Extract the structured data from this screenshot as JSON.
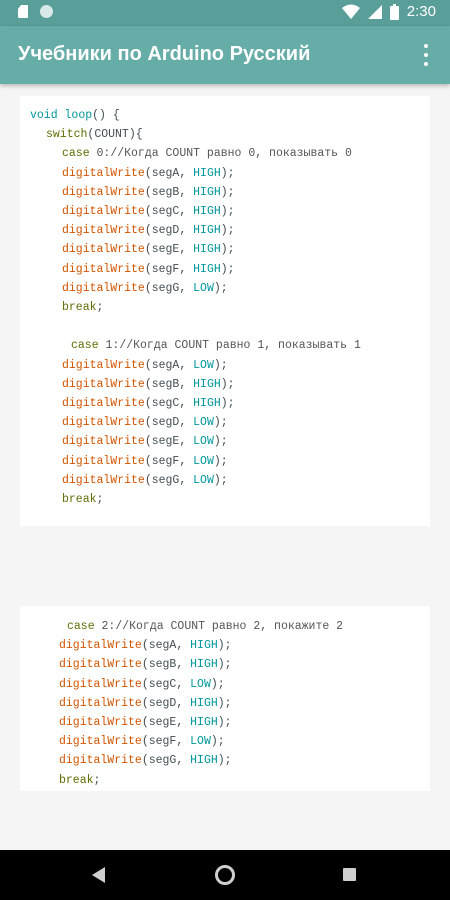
{
  "status_bar": {
    "time": "2:30",
    "icons": [
      "sd-card-icon",
      "circle-notification-icon",
      "wifi-icon",
      "signal-icon",
      "battery-icon"
    ]
  },
  "app_bar": {
    "title": "Учебники по Arduino Русский",
    "menu_icon": "more-vert-icon"
  },
  "colors": {
    "status_bar": "#5a9e99",
    "app_bar": "#66aca7",
    "keyword": "#5e6d03",
    "function": "#d35400",
    "constant": "#00979c"
  },
  "code_block_1": {
    "lines": [
      {
        "parts": [
          {
            "t": "void",
            "c": "const"
          },
          {
            "t": " ",
            "c": "plain"
          },
          {
            "t": "loop",
            "c": "const"
          },
          {
            "t": "() {",
            "c": "plain"
          }
        ]
      },
      {
        "parts": [
          {
            "t": "switch",
            "c": "kw"
          },
          {
            "t": "(COUNT){",
            "c": "plain"
          }
        ]
      },
      {
        "parts": [
          {
            "t": "case",
            "c": "kw"
          },
          {
            "t": " 0://Когда COUNT равно 0, показывать 0",
            "c": "cmt"
          }
        ]
      },
      {
        "parts": [
          {
            "t": "digitalWrite",
            "c": "fn"
          },
          {
            "t": "(segA, ",
            "c": "plain"
          },
          {
            "t": "HIGH",
            "c": "const"
          },
          {
            "t": ");",
            "c": "plain"
          }
        ]
      },
      {
        "parts": [
          {
            "t": "digitalWrite",
            "c": "fn"
          },
          {
            "t": "(segB, ",
            "c": "plain"
          },
          {
            "t": "HIGH",
            "c": "const"
          },
          {
            "t": ");",
            "c": "plain"
          }
        ]
      },
      {
        "parts": [
          {
            "t": "digitalWrite",
            "c": "fn"
          },
          {
            "t": "(segC, ",
            "c": "plain"
          },
          {
            "t": "HIGH",
            "c": "const"
          },
          {
            "t": ");",
            "c": "plain"
          }
        ]
      },
      {
        "parts": [
          {
            "t": "digitalWrite",
            "c": "fn"
          },
          {
            "t": "(segD, ",
            "c": "plain"
          },
          {
            "t": "HIGH",
            "c": "const"
          },
          {
            "t": ");",
            "c": "plain"
          }
        ]
      },
      {
        "parts": [
          {
            "t": "digitalWrite",
            "c": "fn"
          },
          {
            "t": "(segE, ",
            "c": "plain"
          },
          {
            "t": "HIGH",
            "c": "const"
          },
          {
            "t": ");",
            "c": "plain"
          }
        ]
      },
      {
        "parts": [
          {
            "t": "digitalWrite",
            "c": "fn"
          },
          {
            "t": "(segF, ",
            "c": "plain"
          },
          {
            "t": "HIGH",
            "c": "const"
          },
          {
            "t": ");",
            "c": "plain"
          }
        ]
      },
      {
        "parts": [
          {
            "t": "digitalWrite",
            "c": "fn"
          },
          {
            "t": "(segG, ",
            "c": "plain"
          },
          {
            "t": "LOW",
            "c": "const"
          },
          {
            "t": ");",
            "c": "plain"
          }
        ]
      },
      {
        "parts": [
          {
            "t": "break",
            "c": "kw"
          },
          {
            "t": ";",
            "c": "plain"
          }
        ]
      },
      {
        "parts": []
      },
      {
        "parts": [
          {
            "t": "case",
            "c": "kw"
          },
          {
            "t": " 1://Когда COUNT равно 1, показывать 1",
            "c": "cmt"
          }
        ]
      },
      {
        "parts": [
          {
            "t": "digitalWrite",
            "c": "fn"
          },
          {
            "t": "(segA, ",
            "c": "plain"
          },
          {
            "t": "LOW",
            "c": "const"
          },
          {
            "t": ");",
            "c": "plain"
          }
        ]
      },
      {
        "parts": [
          {
            "t": "digitalWrite",
            "c": "fn"
          },
          {
            "t": "(segB, ",
            "c": "plain"
          },
          {
            "t": "HIGH",
            "c": "const"
          },
          {
            "t": ");",
            "c": "plain"
          }
        ]
      },
      {
        "parts": [
          {
            "t": "digitalWrite",
            "c": "fn"
          },
          {
            "t": "(segC, ",
            "c": "plain"
          },
          {
            "t": "HIGH",
            "c": "const"
          },
          {
            "t": ");",
            "c": "plain"
          }
        ]
      },
      {
        "parts": [
          {
            "t": "digitalWrite",
            "c": "fn"
          },
          {
            "t": "(segD, ",
            "c": "plain"
          },
          {
            "t": "LOW",
            "c": "const"
          },
          {
            "t": ");",
            "c": "plain"
          }
        ]
      },
      {
        "parts": [
          {
            "t": "digitalWrite",
            "c": "fn"
          },
          {
            "t": "(segE, ",
            "c": "plain"
          },
          {
            "t": "LOW",
            "c": "const"
          },
          {
            "t": ");",
            "c": "plain"
          }
        ]
      },
      {
        "parts": [
          {
            "t": "digitalWrite",
            "c": "fn"
          },
          {
            "t": "(segF, ",
            "c": "plain"
          },
          {
            "t": "LOW",
            "c": "const"
          },
          {
            "t": ");",
            "c": "plain"
          }
        ]
      },
      {
        "parts": [
          {
            "t": "digitalWrite",
            "c": "fn"
          },
          {
            "t": "(segG, ",
            "c": "plain"
          },
          {
            "t": "LOW",
            "c": "const"
          },
          {
            "t": ");",
            "c": "plain"
          }
        ]
      },
      {
        "parts": [
          {
            "t": "break",
            "c": "kw"
          },
          {
            "t": ";",
            "c": "plain"
          }
        ]
      }
    ]
  },
  "code_block_2": {
    "lines": [
      {
        "parts": [
          {
            "t": "case",
            "c": "kw"
          },
          {
            "t": " 2://Когда COUNT равно 2, покажите 2",
            "c": "cmt"
          }
        ]
      },
      {
        "parts": [
          {
            "t": "digitalWrite",
            "c": "fn"
          },
          {
            "t": "(segA, ",
            "c": "plain"
          },
          {
            "t": "HIGH",
            "c": "const"
          },
          {
            "t": ");",
            "c": "plain"
          }
        ]
      },
      {
        "parts": [
          {
            "t": "digitalWrite",
            "c": "fn"
          },
          {
            "t": "(segB, ",
            "c": "plain"
          },
          {
            "t": "HIGH",
            "c": "const"
          },
          {
            "t": ");",
            "c": "plain"
          }
        ]
      },
      {
        "parts": [
          {
            "t": "digitalWrite",
            "c": "fn"
          },
          {
            "t": "(segC, ",
            "c": "plain"
          },
          {
            "t": "LOW",
            "c": "const"
          },
          {
            "t": ");",
            "c": "plain"
          }
        ]
      },
      {
        "parts": [
          {
            "t": "digitalWrite",
            "c": "fn"
          },
          {
            "t": "(segD, ",
            "c": "plain"
          },
          {
            "t": "HIGH",
            "c": "const"
          },
          {
            "t": ");",
            "c": "plain"
          }
        ]
      },
      {
        "parts": [
          {
            "t": "digitalWrite",
            "c": "fn"
          },
          {
            "t": "(segE, ",
            "c": "plain"
          },
          {
            "t": "HIGH",
            "c": "const"
          },
          {
            "t": ");",
            "c": "plain"
          }
        ]
      },
      {
        "parts": [
          {
            "t": "digitalWrite",
            "c": "fn"
          },
          {
            "t": "(segF, ",
            "c": "plain"
          },
          {
            "t": "LOW",
            "c": "const"
          },
          {
            "t": ");",
            "c": "plain"
          }
        ]
      },
      {
        "parts": [
          {
            "t": "digitalWrite",
            "c": "fn"
          },
          {
            "t": "(segG, ",
            "c": "plain"
          },
          {
            "t": "HIGH",
            "c": "const"
          },
          {
            "t": ");",
            "c": "plain"
          }
        ]
      },
      {
        "parts": [
          {
            "t": "break",
            "c": "kw"
          },
          {
            "t": ";",
            "c": "plain"
          }
        ]
      }
    ]
  },
  "nav_bar": {
    "icons": [
      "back-icon",
      "home-icon",
      "recent-apps-icon"
    ]
  }
}
